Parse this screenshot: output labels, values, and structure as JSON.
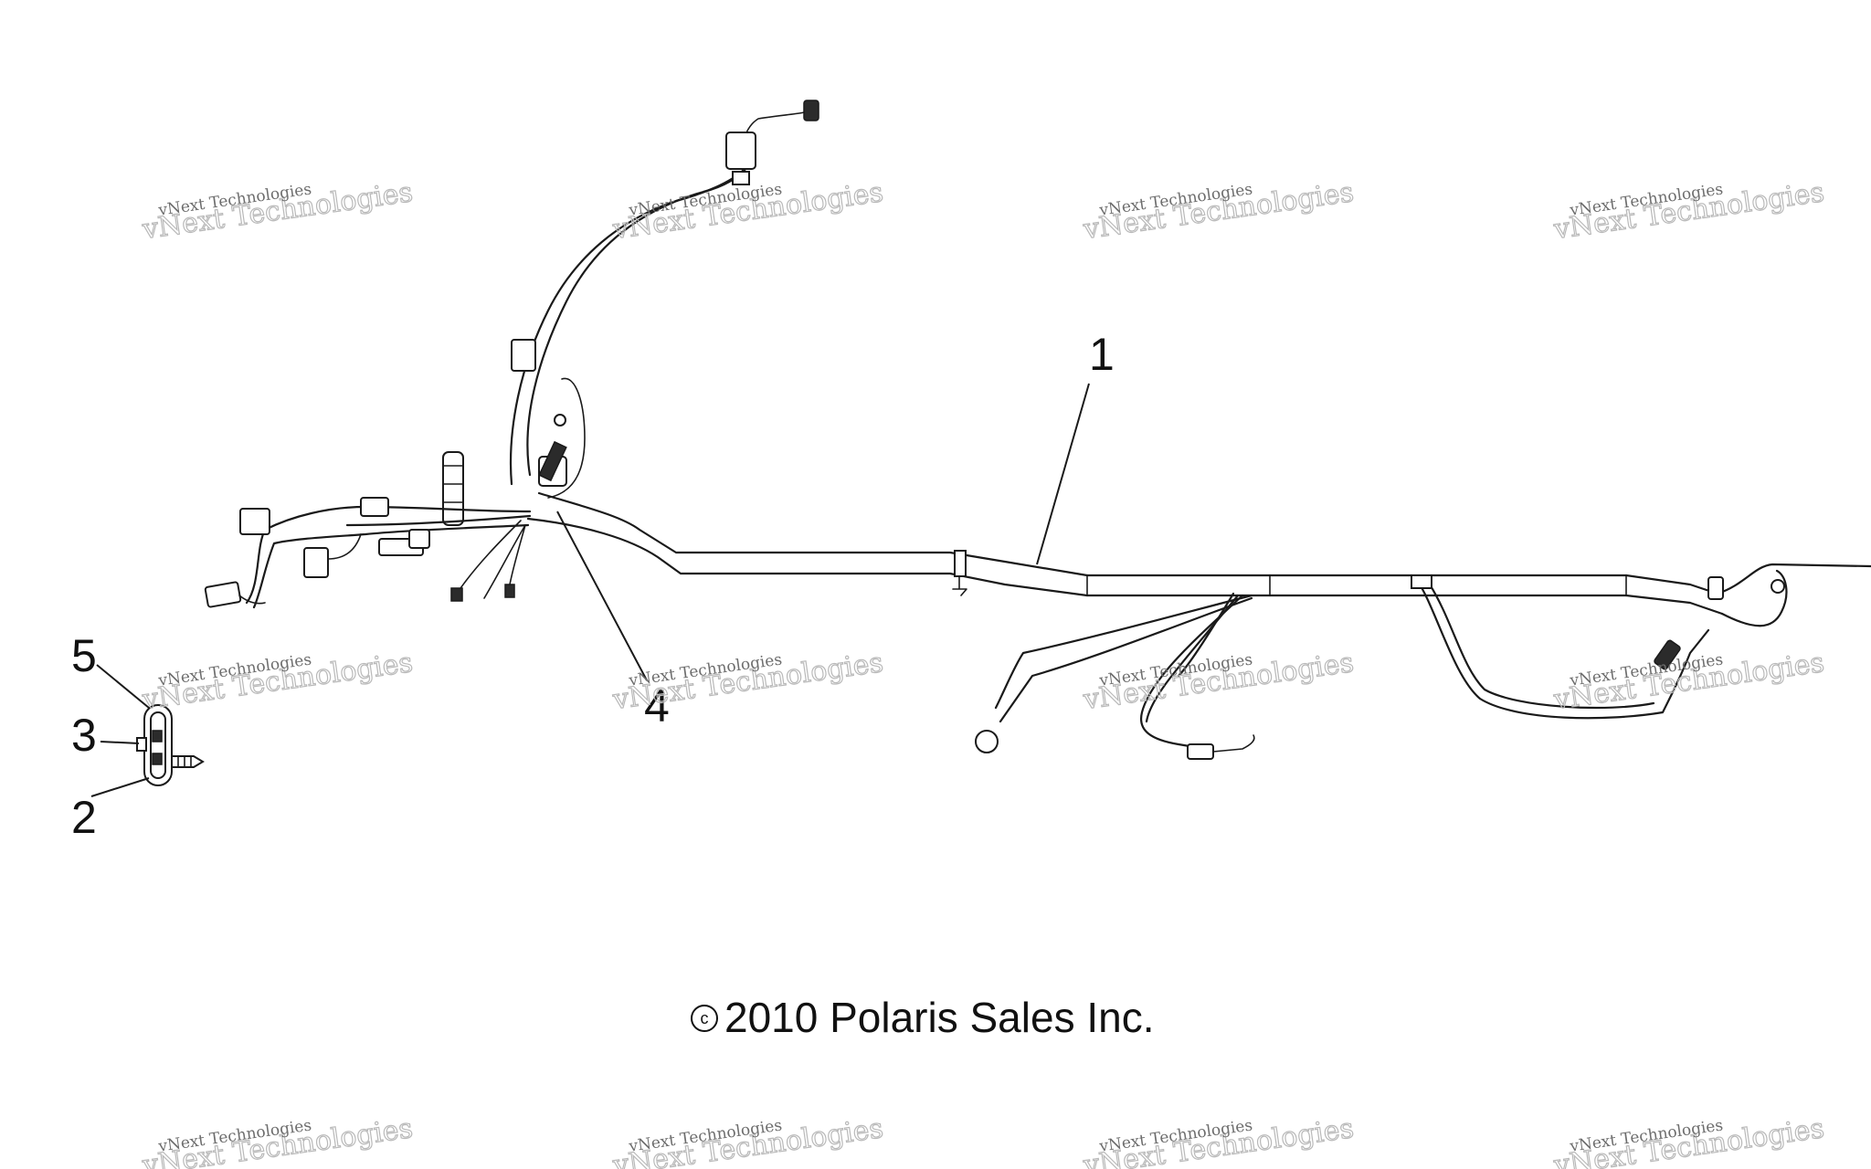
{
  "diagram": {
    "callouts": [
      {
        "id": "1",
        "label": "1"
      },
      {
        "id": "2",
        "label": "2"
      },
      {
        "id": "3",
        "label": "3"
      },
      {
        "id": "4",
        "label": "4"
      },
      {
        "id": "5",
        "label": "5"
      }
    ],
    "copyright_symbol": "c",
    "copyright_text": "2010 Polaris Sales Inc.",
    "watermark": {
      "line1": "vNext Technologies",
      "line2": "vNext Technologies"
    }
  }
}
